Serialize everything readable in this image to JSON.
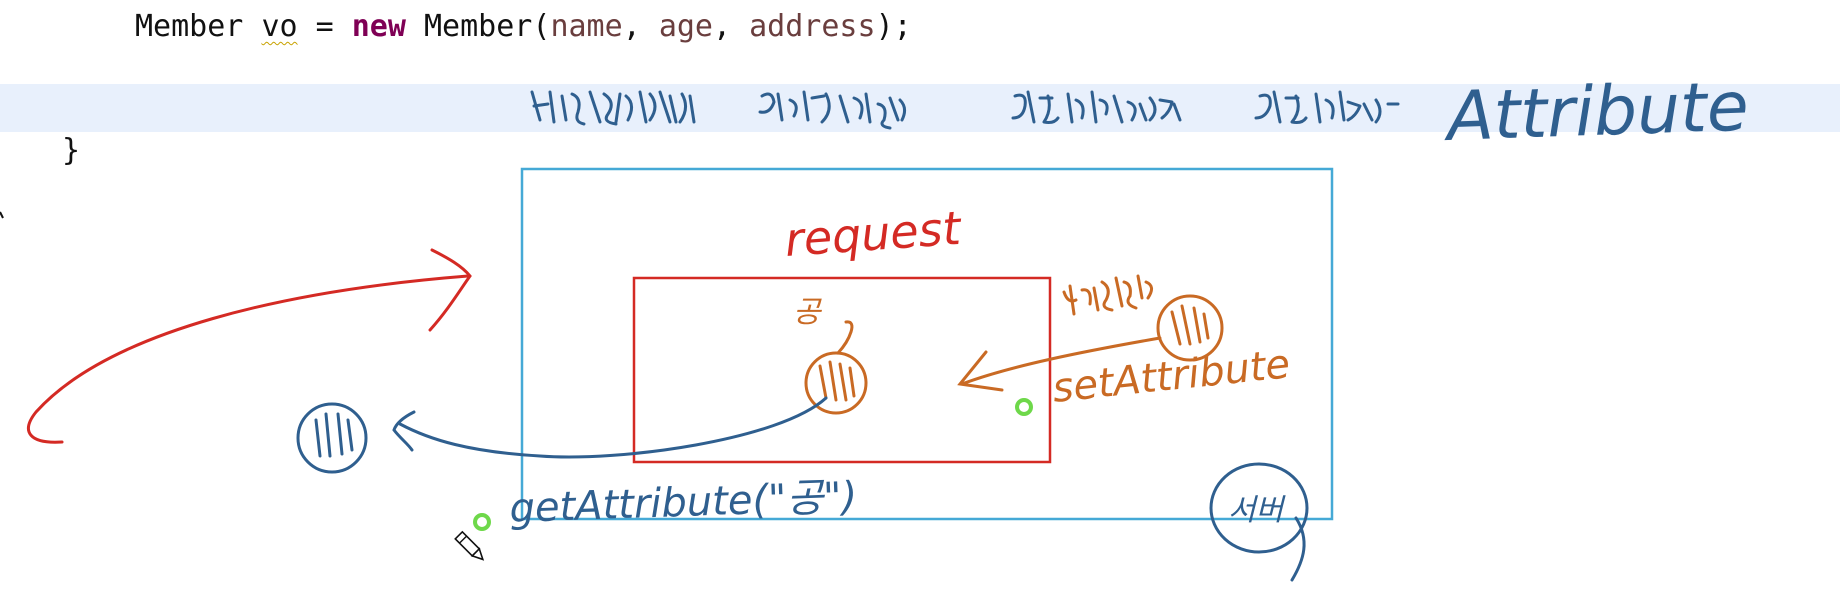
{
  "editor": {
    "line1": {
      "type": "Member",
      "var": "vo",
      "assign": "=",
      "keyword": "new",
      "ctor": "Member",
      "open_paren": "(",
      "param1": "name",
      "sep1": ",",
      "param2": "age",
      "sep2": ",",
      "param3": "address",
      "close": ");"
    },
    "line3": "}"
  },
  "annotations": {
    "heading_attribute": "Attribute",
    "request_label": "request",
    "set_attribute": "setAttribute",
    "get_attribute": "getAttribute(\"공\")",
    "ball_label": "공",
    "server_label": "서버"
  },
  "colors": {
    "code_keyword": "#7f0055",
    "code_param": "#6a3e3e",
    "current_line": "#e8f0fc",
    "ink_blue": "#2f5f8f",
    "ink_red": "#d42a24",
    "ink_orange": "#c96a24",
    "box_cyan": "#45a9d6",
    "marker_green": "#6ed84a"
  }
}
